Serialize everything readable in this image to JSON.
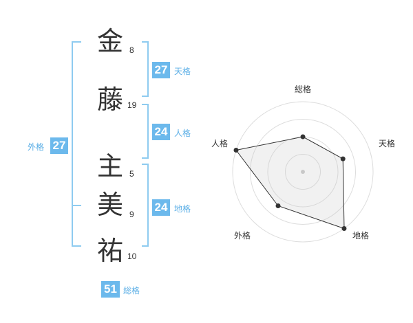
{
  "characters": [
    {
      "char": "金",
      "strokes": "8"
    },
    {
      "char": "藤",
      "strokes": "19"
    },
    {
      "char": "主",
      "strokes": "5"
    },
    {
      "char": "美",
      "strokes": "9"
    },
    {
      "char": "祐",
      "strokes": "10"
    }
  ],
  "kakusu": {
    "tenkaku": {
      "label": "天格",
      "value": "27"
    },
    "jinkaku": {
      "label": "人格",
      "value": "24"
    },
    "chikaku": {
      "label": "地格",
      "value": "24"
    },
    "gaikaku": {
      "label": "外格",
      "value": "27"
    },
    "soukaku": {
      "label": "総格",
      "value": "51"
    }
  },
  "colors": {
    "accent": "#6cb9ec",
    "bracket": "#8ecbf0"
  },
  "chart_data": {
    "type": "radar",
    "axes": [
      "総格",
      "天格",
      "地格",
      "外格",
      "人格"
    ],
    "values": [
      0.5,
      0.6,
      1.0,
      0.6,
      1.0
    ],
    "range": [
      0,
      1
    ],
    "rings": 4,
    "grid": true
  }
}
